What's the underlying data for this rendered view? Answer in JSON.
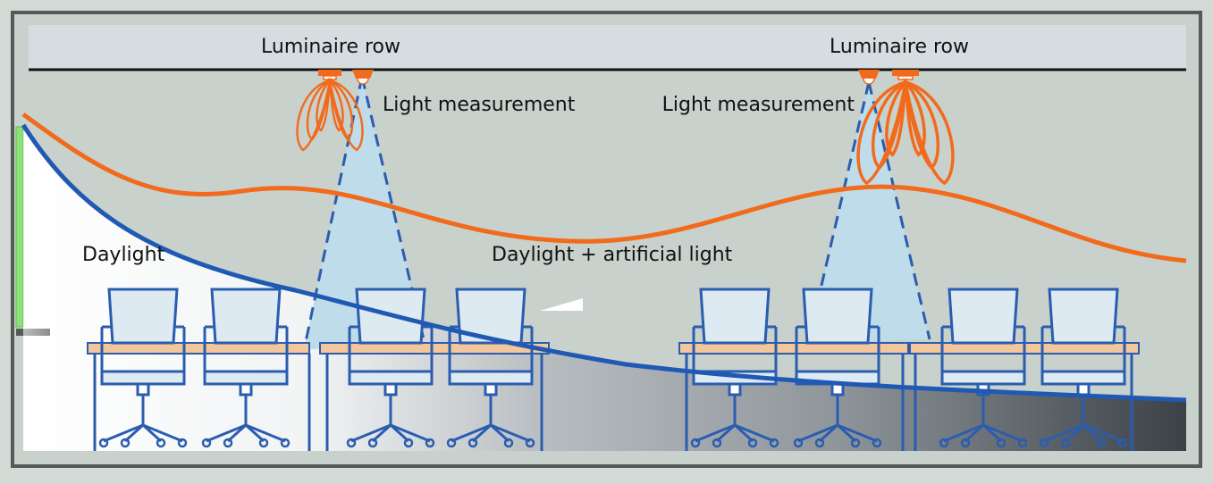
{
  "labels": {
    "luminaire_row_left": "Luminaire row",
    "luminaire_row_right": "Luminaire row",
    "light_measurement_left": "Light measurement",
    "light_measurement_right": "Light measurement",
    "daylight": "Daylight",
    "daylight_artificial": "Daylight + artificial light"
  },
  "colors": {
    "background": "#d3dad6",
    "frame": "#545a57",
    "ceiling": "#d6dde0",
    "room_wall": "#c8d1cc",
    "daylight_curve": "#1f59b3",
    "total_light_curve": "#f26a1b",
    "luminaire": "#f26a1b",
    "measurement_cone": "#bfdcea",
    "furniture_stroke": "#2a5db0",
    "chair_fill": "#ddeaf1",
    "desk_top": "#f3c79b",
    "window_green": "#8fe07a"
  },
  "icons": [
    "luminaire-icon",
    "light-sensor-icon",
    "light-distribution-icon",
    "office-chair-icon",
    "desk-icon",
    "window-icon"
  ]
}
